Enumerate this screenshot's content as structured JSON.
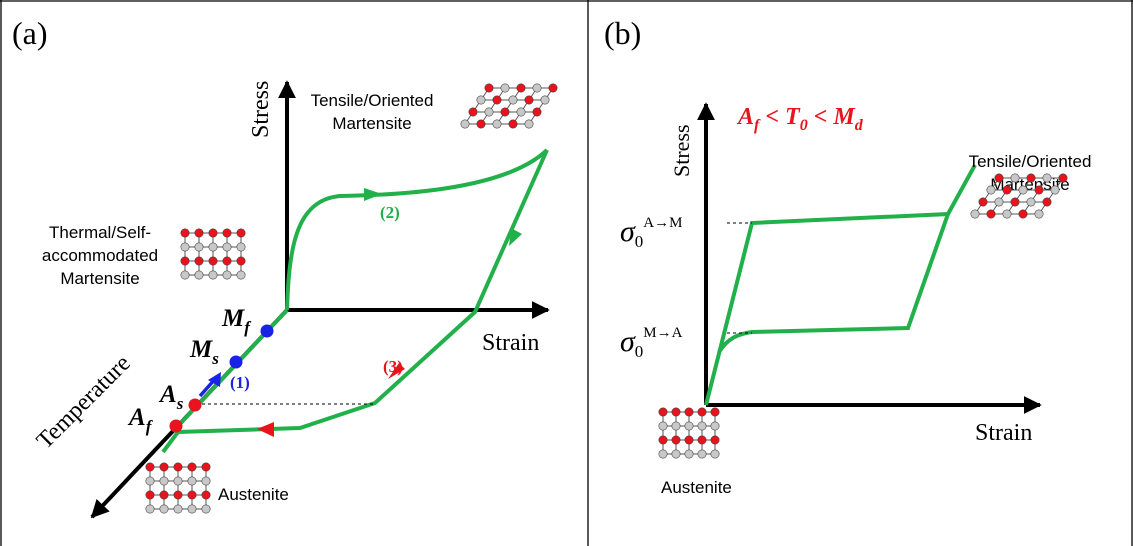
{
  "panel_a": {
    "label": "(a)",
    "axis_stress": "Stress",
    "axis_strain": "Strain",
    "axis_temperature": "Temperature",
    "tensile_line1": "Tensile/Oriented",
    "tensile_line2": "Martensite",
    "thermal_line1": "Thermal/Self-",
    "thermal_line2": "accommodated",
    "thermal_line3": "Martensite",
    "austenite": "Austenite",
    "mf": {
      "main": "M",
      "sub": "f"
    },
    "ms": {
      "main": "M",
      "sub": "s"
    },
    "as": {
      "main": "A",
      "sub": "s"
    },
    "af": {
      "main": "A",
      "sub": "f"
    },
    "step1": "(1)",
    "step2": "(2)",
    "step3": "(3)"
  },
  "panel_b": {
    "label": "(b)",
    "axis_stress": "Stress",
    "axis_strain": "Strain",
    "condition": {
      "a": "A",
      "a_sub": "f",
      "lt1": " < ",
      "t": "T",
      "t_sub": "0",
      "lt2": " < ",
      "m": "M",
      "m_sub": "d"
    },
    "sigma_am": {
      "sym": "σ",
      "sub": "0",
      "sup": "A→M"
    },
    "sigma_ma": {
      "sym": "σ",
      "sub": "0",
      "sup": "M→A"
    },
    "tensile_line1": "Tensile/Oriented",
    "tensile_line2": "Martensite",
    "austenite": "Austenite"
  },
  "colors": {
    "curve": "#22b04b",
    "arrow_red": "#e8131c",
    "arrow_blue": "#1a22e6",
    "atom_red": "#e8131c",
    "atom_gray": "#c8c8c8",
    "condition_text": "#e8131c"
  }
}
